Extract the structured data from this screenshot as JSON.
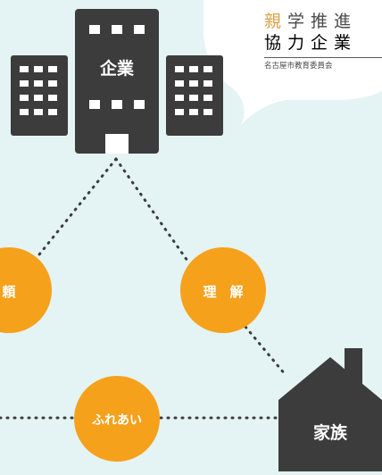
{
  "badge": {
    "line1_accent": "親",
    "line1_rest": "学推進",
    "line2": "協力企業",
    "line3": "名古屋市教育委員会"
  },
  "nodes": {
    "company": "企業",
    "family": "家族"
  },
  "relations": {
    "trust": "頼",
    "understanding": "理　解",
    "contact": "ふれあい"
  },
  "colors": {
    "background": "#e4f3f3",
    "building": "#3c3c3c",
    "circle": "#f5a11c",
    "bubble": "#ffffff",
    "accent_text": "#d9a146"
  }
}
